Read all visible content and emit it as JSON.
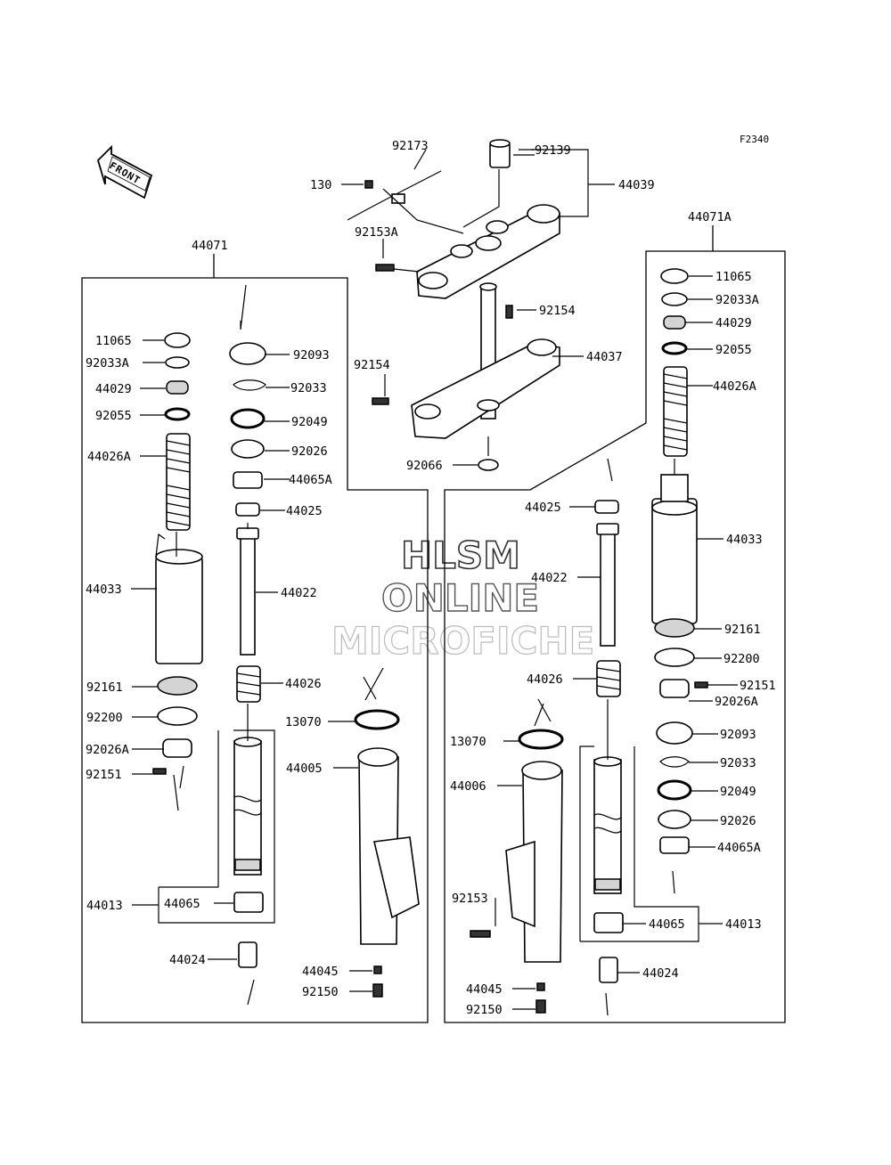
{
  "figure_code": "F2340",
  "front_label": "FRONT",
  "watermark": {
    "line1": "HLSM",
    "line2": "ONLINE",
    "line3": "MICROFICHE"
  },
  "assemblies": {
    "left": "44071",
    "right": "44071A"
  },
  "top_labels": {
    "a": "92173",
    "b": "92139",
    "c": "130",
    "d": "44039",
    "e": "92153A",
    "f": "92154",
    "g": "44037",
    "h": "92154",
    "i": "92066"
  },
  "left_labels": {
    "a": "11065",
    "b": "92033A",
    "c": "44029",
    "d": "92055",
    "e": "44026A",
    "f": "44033",
    "g": "92161",
    "h": "92200",
    "i": "92026A",
    "j": "92151",
    "k": "44013",
    "l": "44065",
    "m": "44024",
    "n": "92093",
    "o": "92033",
    "p": "92049",
    "q": "92026",
    "r": "44065A",
    "s": "44025",
    "t": "44022",
    "u": "44026",
    "v": "13070",
    "w": "44005",
    "x": "44045",
    "y": "92150"
  },
  "right_labels": {
    "a": "11065",
    "b": "92033A",
    "c": "44029",
    "d": "92055",
    "e": "44026A",
    "f": "44033",
    "g": "92161",
    "h": "92200",
    "i": "92151",
    "j": "92026A",
    "k": "92093",
    "l": "92033",
    "m": "92049",
    "n": "92026",
    "o": "44065A",
    "p": "44013",
    "q": "44065",
    "r": "44024",
    "s": "44025",
    "t": "44022",
    "u": "44026",
    "v": "13070",
    "w": "44006",
    "x": "92153",
    "y": "44045",
    "z": "92150"
  }
}
